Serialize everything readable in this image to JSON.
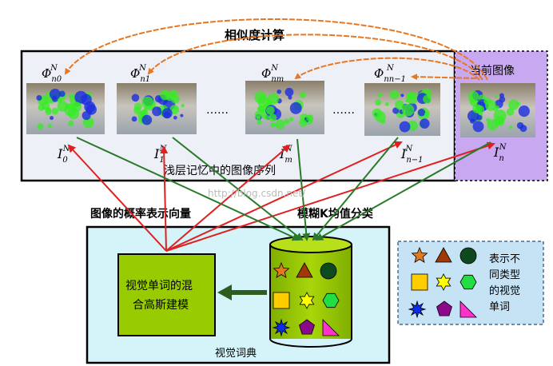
{
  "title_similarity": "相似度计算",
  "current_image_label": "当前图像",
  "sequence_label": "浅层记忆中的图像序列",
  "prob_vector_label": "图像的概率表示向量",
  "fuzzy_kmeans_label": "模糊K均值分类",
  "gmm_box": {
    "line1": "视觉单词的混",
    "line2": "合高斯建模"
  },
  "dictionary_label": "视觉词典",
  "legend": {
    "line1": "表示不",
    "line2": "同类型",
    "line3": "的视觉",
    "line4": "单词"
  },
  "watermark": "http://blog.csdn.net/",
  "ellipsis": "……",
  "frames": [
    {
      "phi_base": "Φ",
      "phi_sup": "N",
      "phi_sub": "n0",
      "img_base": "I",
      "img_sup": "N",
      "img_sub": "0"
    },
    {
      "phi_base": "Φ",
      "phi_sup": "N",
      "phi_sub": "n1",
      "img_base": "I",
      "img_sup": "N",
      "img_sub": "1"
    },
    {
      "phi_base": "Φ",
      "phi_sup": "N",
      "phi_sub": "nm",
      "img_base": "I",
      "img_sup": "N",
      "img_sub": "m"
    },
    {
      "phi_base": "Φ",
      "phi_sup": "N",
      "phi_sub": "nn−1",
      "img_base": "I",
      "img_sup": "N",
      "img_sub": "n−1"
    },
    {
      "img_base": "I",
      "img_sup": "N",
      "img_sub": "n"
    }
  ],
  "colors": {
    "orange_arrow": "#e87722",
    "red_arrow": "#e02020",
    "green_arrow": "#2a7a2a",
    "current_bg": "#c8a8f0",
    "sequence_bg": "#eef0f8",
    "dictionary_bg": "#d4f4fa",
    "gmm_fill": "#99cc00",
    "cylinder_fill": "#99cc00",
    "legend_bg": "#c6e2f5"
  },
  "legend_shapes": [
    "orange-star",
    "brown-triangle",
    "dark-green-circle",
    "yellow-square",
    "yellow-star",
    "green-hexagon",
    "blue-star",
    "purple-pentagon",
    "magenta-right-triangle"
  ]
}
